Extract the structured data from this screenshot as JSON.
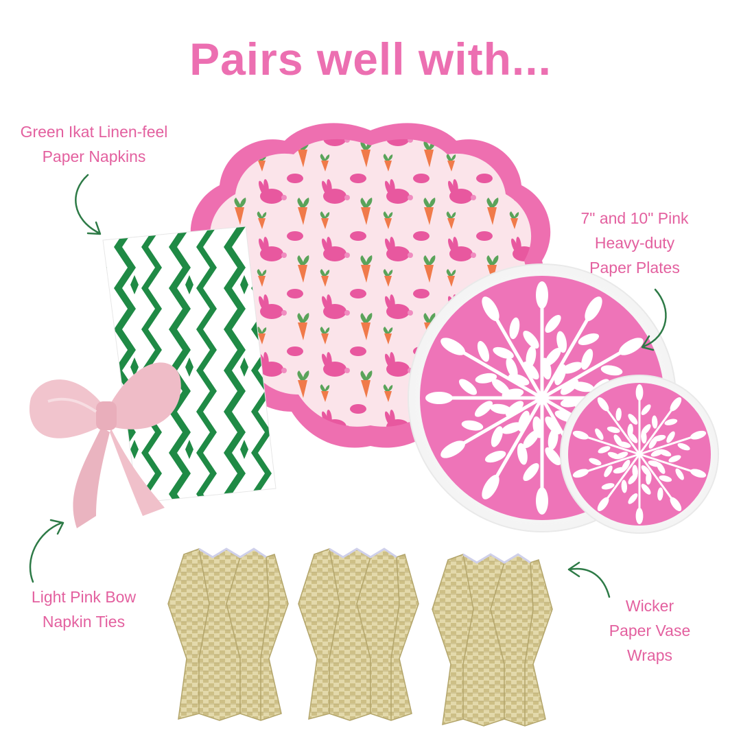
{
  "heading": "Pairs well with...",
  "colors": {
    "accent_pink": "#ec6fb1",
    "label_pink": "#e3609f",
    "arrow_green": "#2d7a46",
    "ikat_green": "#1f8a45",
    "plate_pink": "#ee74b8",
    "placemat_bg": "#fbe4ea",
    "bow_pink": "#f1c6cf",
    "wicker": "#ddd3a3"
  },
  "products": [
    {
      "id": "napkins",
      "label_lines": [
        "Green Ikat Linen-feel",
        "Paper Napkins"
      ],
      "image": "green-ikat-napkin-image"
    },
    {
      "id": "plates",
      "label_lines": [
        "7\" and 10\" Pink",
        "Heavy-duty",
        "Paper Plates"
      ],
      "image": "pink-plates-image"
    },
    {
      "id": "bow",
      "label_lines": [
        "Light Pink Bow",
        "Napkin Ties"
      ],
      "image": "pink-bow-image"
    },
    {
      "id": "vase",
      "label_lines": [
        "Wicker",
        "Paper Vase",
        "Wraps"
      ],
      "image": "wicker-vase-image"
    }
  ],
  "featured_item": {
    "image": "bunny-scalloped-placemat-image"
  }
}
